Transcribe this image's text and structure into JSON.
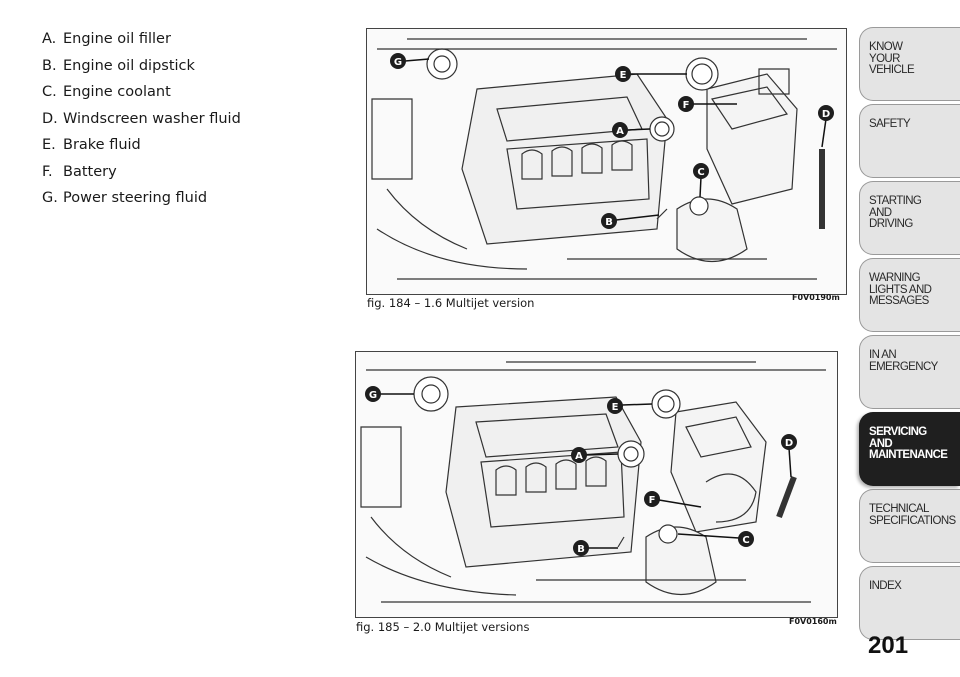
{
  "legend": [
    {
      "letter": "A.",
      "text": "Engine oil filler"
    },
    {
      "letter": "B.",
      "text": "Engine oil dipstick"
    },
    {
      "letter": "C.",
      "text": "Engine coolant"
    },
    {
      "letter": "D.",
      "text": "Windscreen washer fluid"
    },
    {
      "letter": "E.",
      "text": "Brake fluid"
    },
    {
      "letter": "F.",
      "text": "Battery"
    },
    {
      "letter": "G.",
      "text": "Power steering fluid"
    }
  ],
  "figures": [
    {
      "caption": "fig. 184 – 1.6 Multijet version",
      "code": "F0V0190m",
      "callouts": [
        "G",
        "E",
        "F",
        "D",
        "A",
        "C",
        "B"
      ]
    },
    {
      "caption": "fig. 185 – 2.0 Multijet versions",
      "code": "F0V0160m",
      "callouts": [
        "G",
        "E",
        "D",
        "A",
        "F",
        "C",
        "B"
      ]
    }
  ],
  "tabs": [
    {
      "label": "KNOW\nYOUR\nVEHICLE",
      "active": false
    },
    {
      "label": "SAFETY",
      "active": false
    },
    {
      "label": "STARTING\nAND\nDRIVING",
      "active": false
    },
    {
      "label": "WARNING\nLIGHTS AND\nMESSAGES",
      "active": false
    },
    {
      "label": "IN AN\nEMERGENCY",
      "active": false
    },
    {
      "label": "SERVICING\nAND\nMAINTENANCE",
      "active": true
    },
    {
      "label": "TECHNICAL\nSPECIFICATIONS",
      "active": false
    },
    {
      "label": "INDEX",
      "active": false
    }
  ],
  "page_number": "201",
  "colors": {
    "callout": "#1e1e1e",
    "active_tab": "#1f1f1f",
    "tab": "#e4e4e4"
  }
}
